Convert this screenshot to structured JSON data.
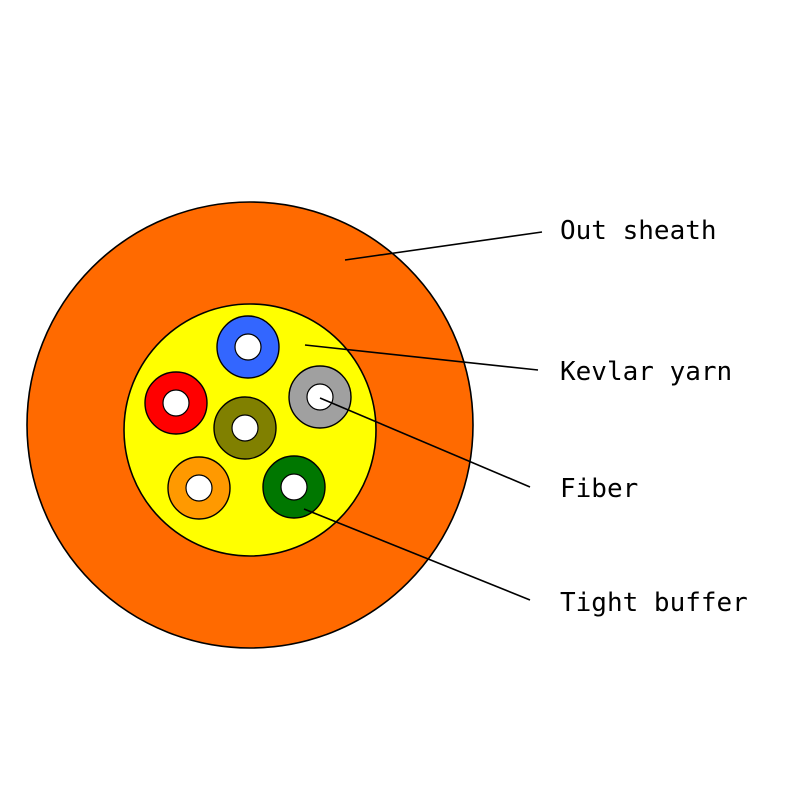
{
  "colors": {
    "sheath": "#ff6a00",
    "kevlar": "#ffff00",
    "fiber_core": "#ffffff",
    "outline": "#000000"
  },
  "labels": {
    "out_sheath": "Out sheath",
    "kevlar_yarn": "Kevlar yarn",
    "fiber": "Fiber",
    "tight_buffer": "Tight buffer"
  },
  "fibers": [
    {
      "color_name": "blue",
      "color": "#3366ff"
    },
    {
      "color_name": "red",
      "color": "#ff0000"
    },
    {
      "color_name": "gray",
      "color": "#a0a0a0"
    },
    {
      "color_name": "olive",
      "color": "#808000"
    },
    {
      "color_name": "orange",
      "color": "#ff9900"
    },
    {
      "color_name": "green",
      "color": "#007700"
    }
  ]
}
